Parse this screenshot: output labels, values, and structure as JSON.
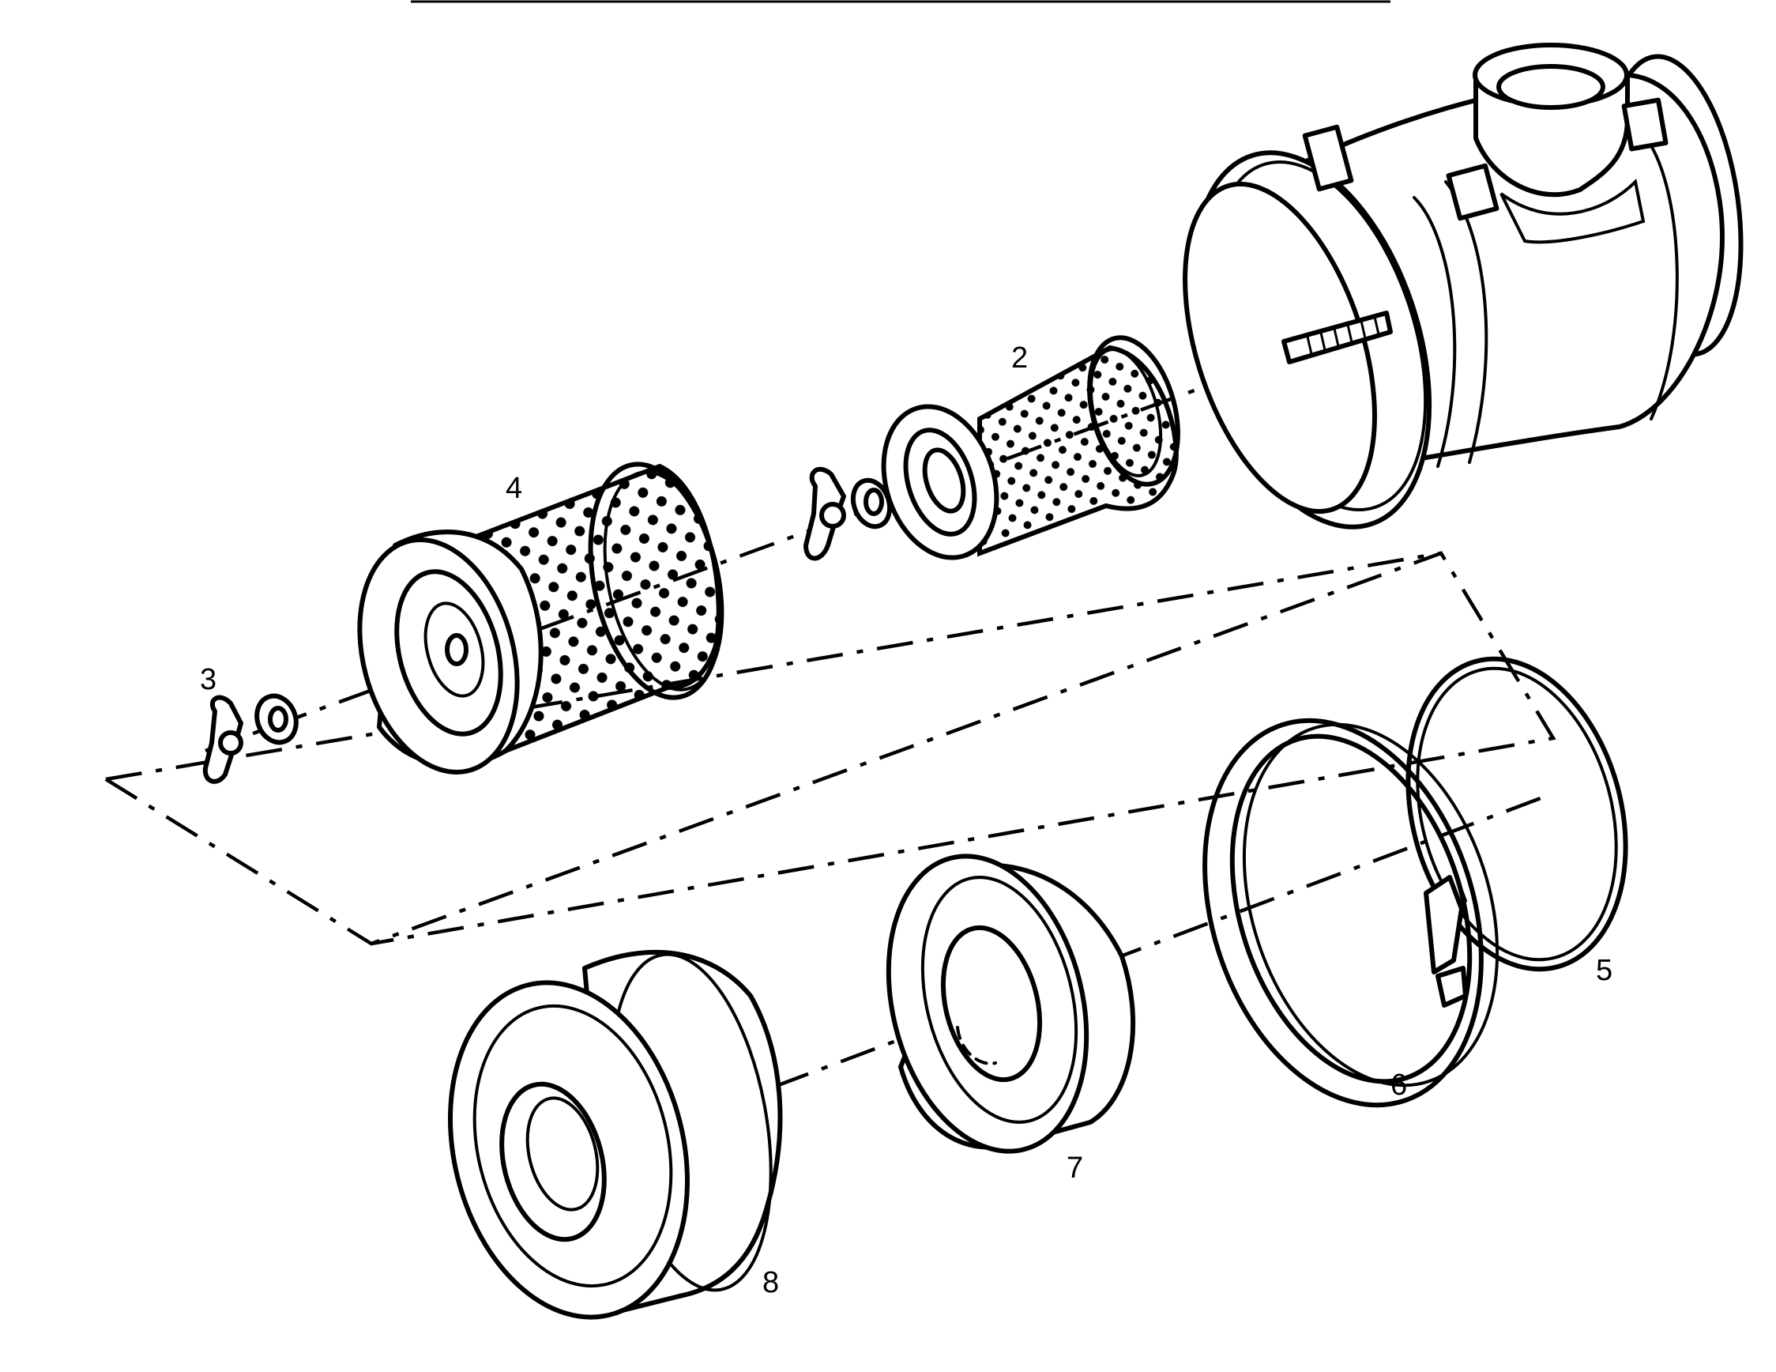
{
  "callouts": {
    "c2": "2",
    "c3": "3",
    "c4": "4",
    "c5": "5",
    "c6": "6",
    "c7": "7",
    "c8": "8"
  },
  "colors": {
    "ink": "#000000",
    "paper": "#ffffff"
  }
}
